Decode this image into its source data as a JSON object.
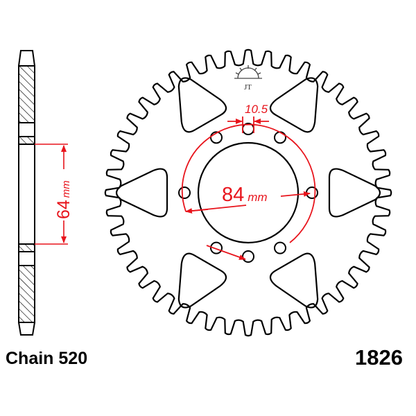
{
  "product": {
    "chain_label": "Chain 520",
    "part_number": "1826",
    "logo": "JT"
  },
  "dimensions": {
    "hub_offset": {
      "value": "64",
      "unit": "mm"
    },
    "bolt_circle": {
      "value": "84",
      "unit": "mm"
    },
    "bolt_hole": {
      "value": "10.5"
    }
  },
  "colors": {
    "outline": "#000000",
    "annotation": "#e8141c"
  }
}
